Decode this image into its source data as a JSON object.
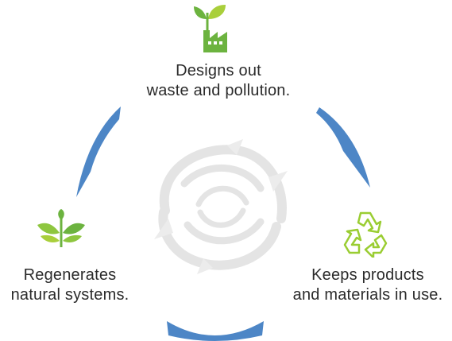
{
  "diagram": {
    "type": "cycle",
    "stages": [
      {
        "icon": "factory-with-sprout-icon",
        "lines": [
          "Designs out",
          "waste and pollution."
        ]
      },
      {
        "icon": "recycle-icon",
        "lines": [
          "Keeps products",
          "and materials in use."
        ]
      },
      {
        "icon": "plant-sprout-icon",
        "lines": [
          "Regenerates",
          "natural systems."
        ]
      }
    ],
    "center_graphic": "swirl-icon"
  },
  "colors": {
    "arrow_blue": "#4d86c6",
    "icon_green": "#6cb33f",
    "icon_green_light": "#a9cf3b",
    "recycle_green": "#9acd32",
    "swirl_gray": "#e4e4e4",
    "text": "#2b2b2b"
  }
}
